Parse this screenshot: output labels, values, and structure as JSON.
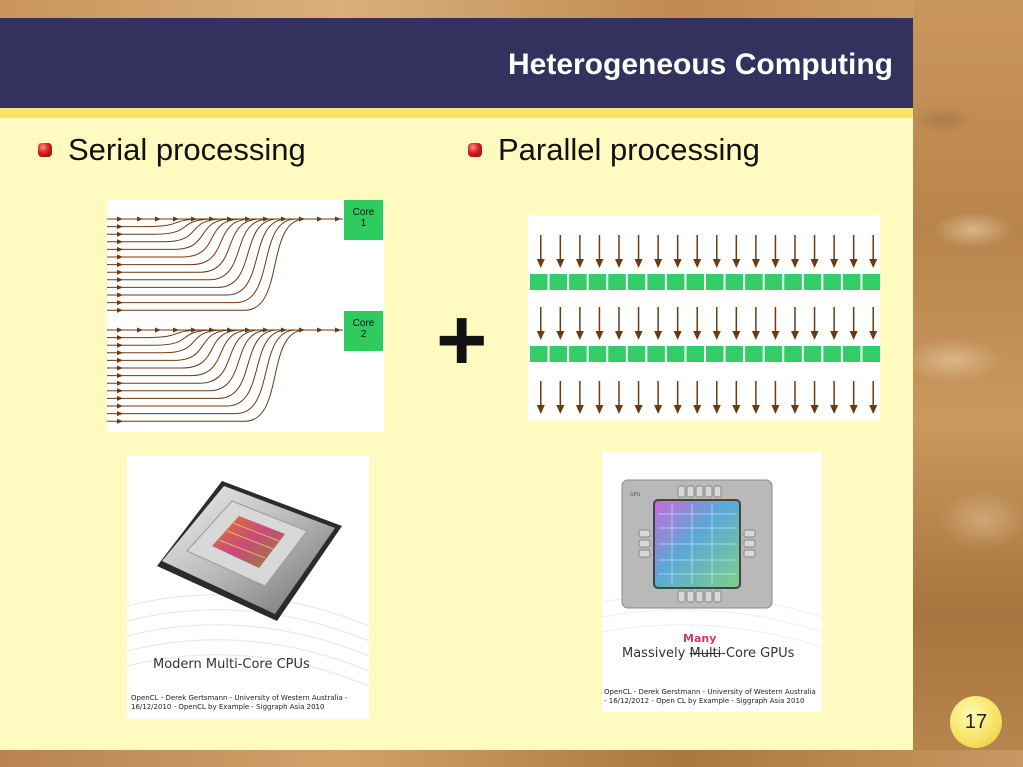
{
  "slide": {
    "title": "Heterogeneous Computing",
    "page_number": "17"
  },
  "bullets": [
    {
      "label": "Serial processing"
    },
    {
      "label": "Parallel processing"
    }
  ],
  "serial_diagram": {
    "core1_label": "Core\n1",
    "core2_label": "Core\n2",
    "inputs_per_core": 13,
    "core_color": "#2ecc5f",
    "arrow_color": "#6b3a12"
  },
  "operator": "+",
  "parallel_diagram": {
    "rows": 3,
    "lanes_per_row": 18,
    "block_color": "#33cc66",
    "arrow_color": "#6b3a12"
  },
  "cpu_image": {
    "caption": "Modern Multi-Core CPUs",
    "credit_line1": "OpenCL - Derek Gertsmann - University of Western Australia -",
    "credit_line2": "16/12/2010 - OpenCL by Example - Siggraph Asia 2010"
  },
  "gpu_image": {
    "overlay_word": "Many",
    "caption_start": "Massively ",
    "caption_struck": "Multi",
    "caption_end": "-Core GPUs",
    "chip_label": "GPU",
    "credit_line1": "OpenCL - Derek Gerstmann - University of Western Australia",
    "credit_line2": "- 16/12/2012 - Open CL by Example - Siggraph Asia 2010"
  }
}
